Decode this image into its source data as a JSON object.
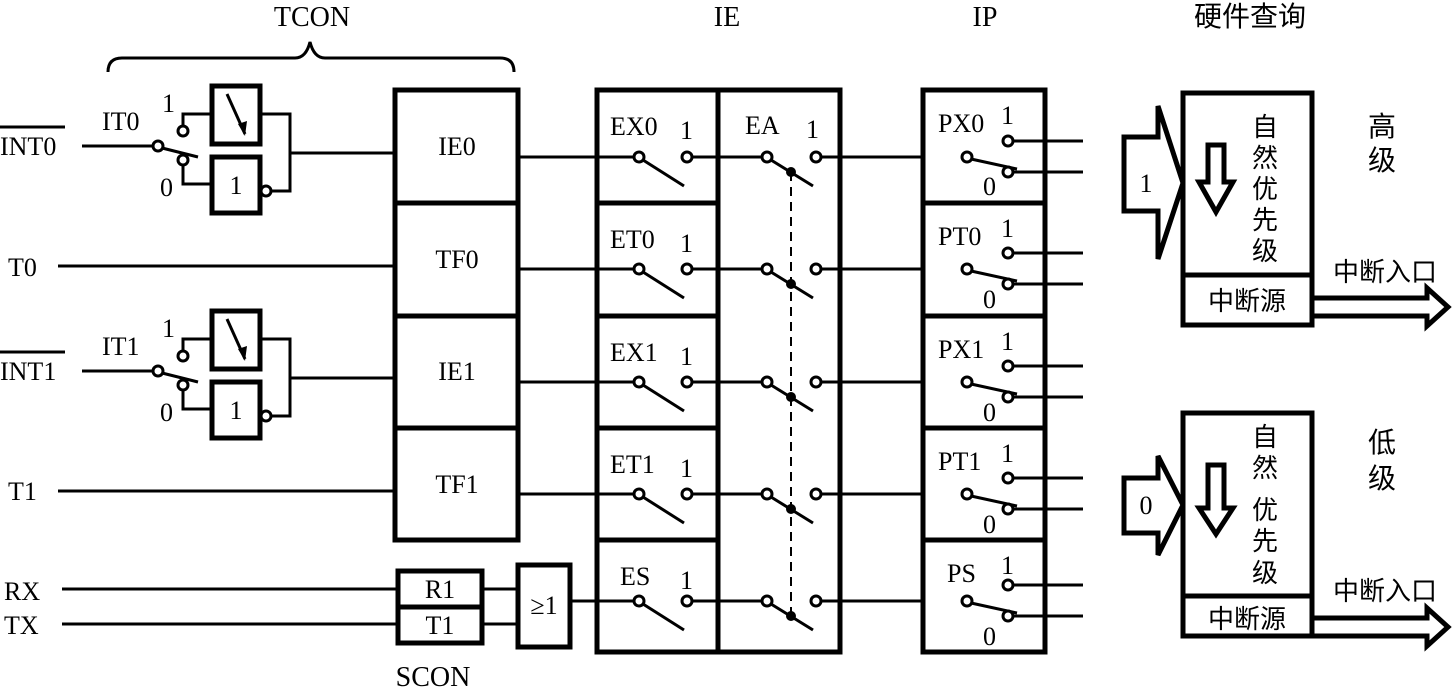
{
  "headers": {
    "tcon": "TCON",
    "ie": "IE",
    "ip": "IP",
    "hw_query": "硬件查询",
    "scon": "SCON"
  },
  "inputs": {
    "int0": "INT0",
    "t0": "T0",
    "int1": "INT1",
    "t1": "T1",
    "rx": "RX",
    "tx": "TX"
  },
  "trigger": {
    "it0": "IT0",
    "it1": "IT1",
    "pos1": "1",
    "pos0": "0",
    "level_gate": "1"
  },
  "tcon_flags": [
    "IE0",
    "TF0",
    "IE1",
    "TF1"
  ],
  "scon_flags": [
    "R1",
    "T1"
  ],
  "or_gate": "≥1",
  "ie_bits": [
    "EX0",
    "ET0",
    "EX1",
    "ET1",
    "ES"
  ],
  "ea": "EA",
  "switch_on": "1",
  "ip_bits": [
    "PX0",
    "PT0",
    "PX1",
    "PT1",
    "PS"
  ],
  "ip_on": "1",
  "ip_off": "0",
  "priority": {
    "high": {
      "input_value": "1",
      "natural": [
        "自",
        "然",
        "优",
        "先",
        "级"
      ],
      "source": "中断源",
      "output": "中断入口",
      "level": [
        "高",
        "级"
      ]
    },
    "low": {
      "input_value": "0",
      "natural": [
        "自",
        "然",
        "优",
        "先",
        "级"
      ],
      "source": "中断源",
      "output": "中断入口",
      "level": [
        "低",
        "级"
      ]
    }
  }
}
